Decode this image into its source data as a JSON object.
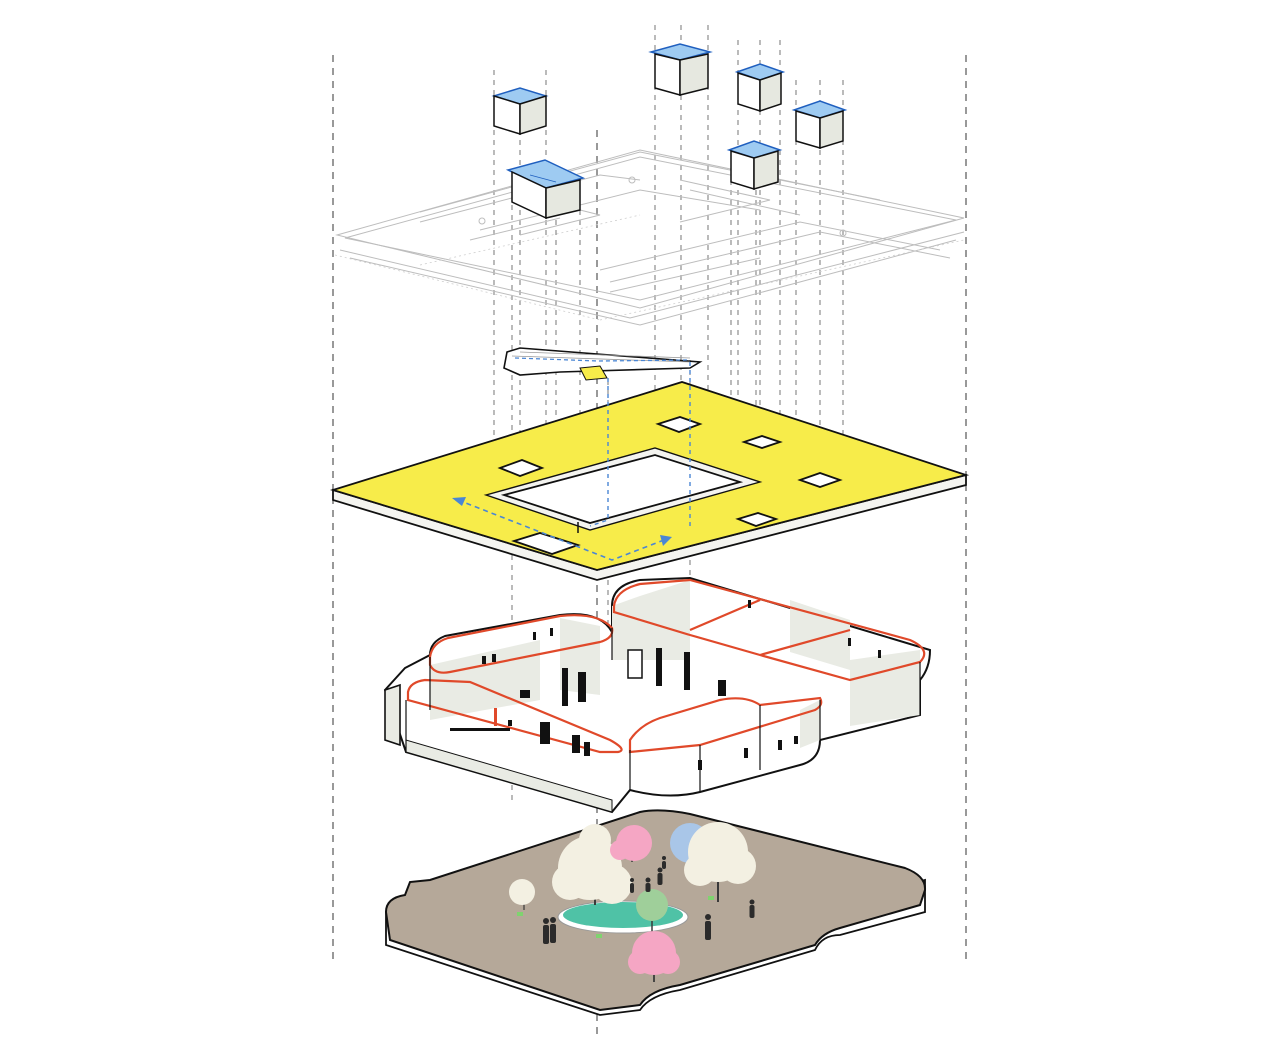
{
  "colors": {
    "background": "#ffffff",
    "roof_slab": "#f7ec4a",
    "slab_edge": "#f4f4f0",
    "wall_face": "#ffffff",
    "wall_shade": "#e9ebe4",
    "wall_rim": "#e0492a",
    "skylight_glass": "#9ecbf2",
    "skylight_frame": "#1f5fbf",
    "circulation_arrow": "#4a86d4",
    "ground": "#b5a899",
    "pond": "#4fc2a6",
    "tree_white": "#f3f0e2",
    "tree_pink": "#f5a6c4",
    "tree_blue": "#a9c6e8",
    "tree_green": "#9fcf9a",
    "people": "#2b2b2b",
    "guides": "#333333"
  },
  "layers": [
    {
      "name": "skylights",
      "count": 6
    },
    {
      "name": "structure-frame"
    },
    {
      "name": "stair-ramp"
    },
    {
      "name": "roof-slab",
      "openings": 6
    },
    {
      "name": "walls"
    },
    {
      "name": "courtyard-ground"
    }
  ],
  "icons": {
    "tree": "tree-icon",
    "person": "person-icon",
    "arrow": "arrow-icon"
  }
}
